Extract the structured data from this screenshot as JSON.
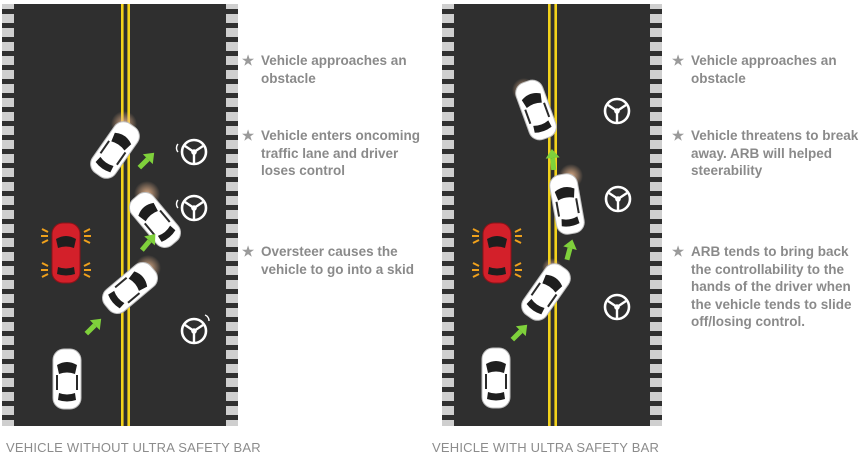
{
  "panels": [
    {
      "caption": "VEHICLE WITHOUT ULTRA SAFETY BAR",
      "notes": [
        "Vehicle approaches an obstacle",
        "Vehicle enters oncoming traffic lane and driver loses control",
        "Oversteer causes the vehicle to go into a skid"
      ]
    },
    {
      "caption": "VEHICLE WITH ULTRA SAFETY BAR",
      "notes": [
        "Vehicle approaches an obstacle",
        "Vehicle threatens to break away. ARB will helped steerability",
        "ARB tends to bring back the controllability to the hands of the driver when the vehicle tends to slide off/losing control."
      ]
    }
  ],
  "colors": {
    "road": "#2f2f2f",
    "center_line": "#f2d21b",
    "edge_dash": "#cfcfcf",
    "arrow": "#7fd13b",
    "car_white": "#ffffff",
    "car_red": "#d3202a",
    "skid_glow": "#d9a27a",
    "hazard": "#f0a11c"
  },
  "icons": {
    "note_bullet": "star-icon",
    "steering": "steering-wheel-icon"
  }
}
